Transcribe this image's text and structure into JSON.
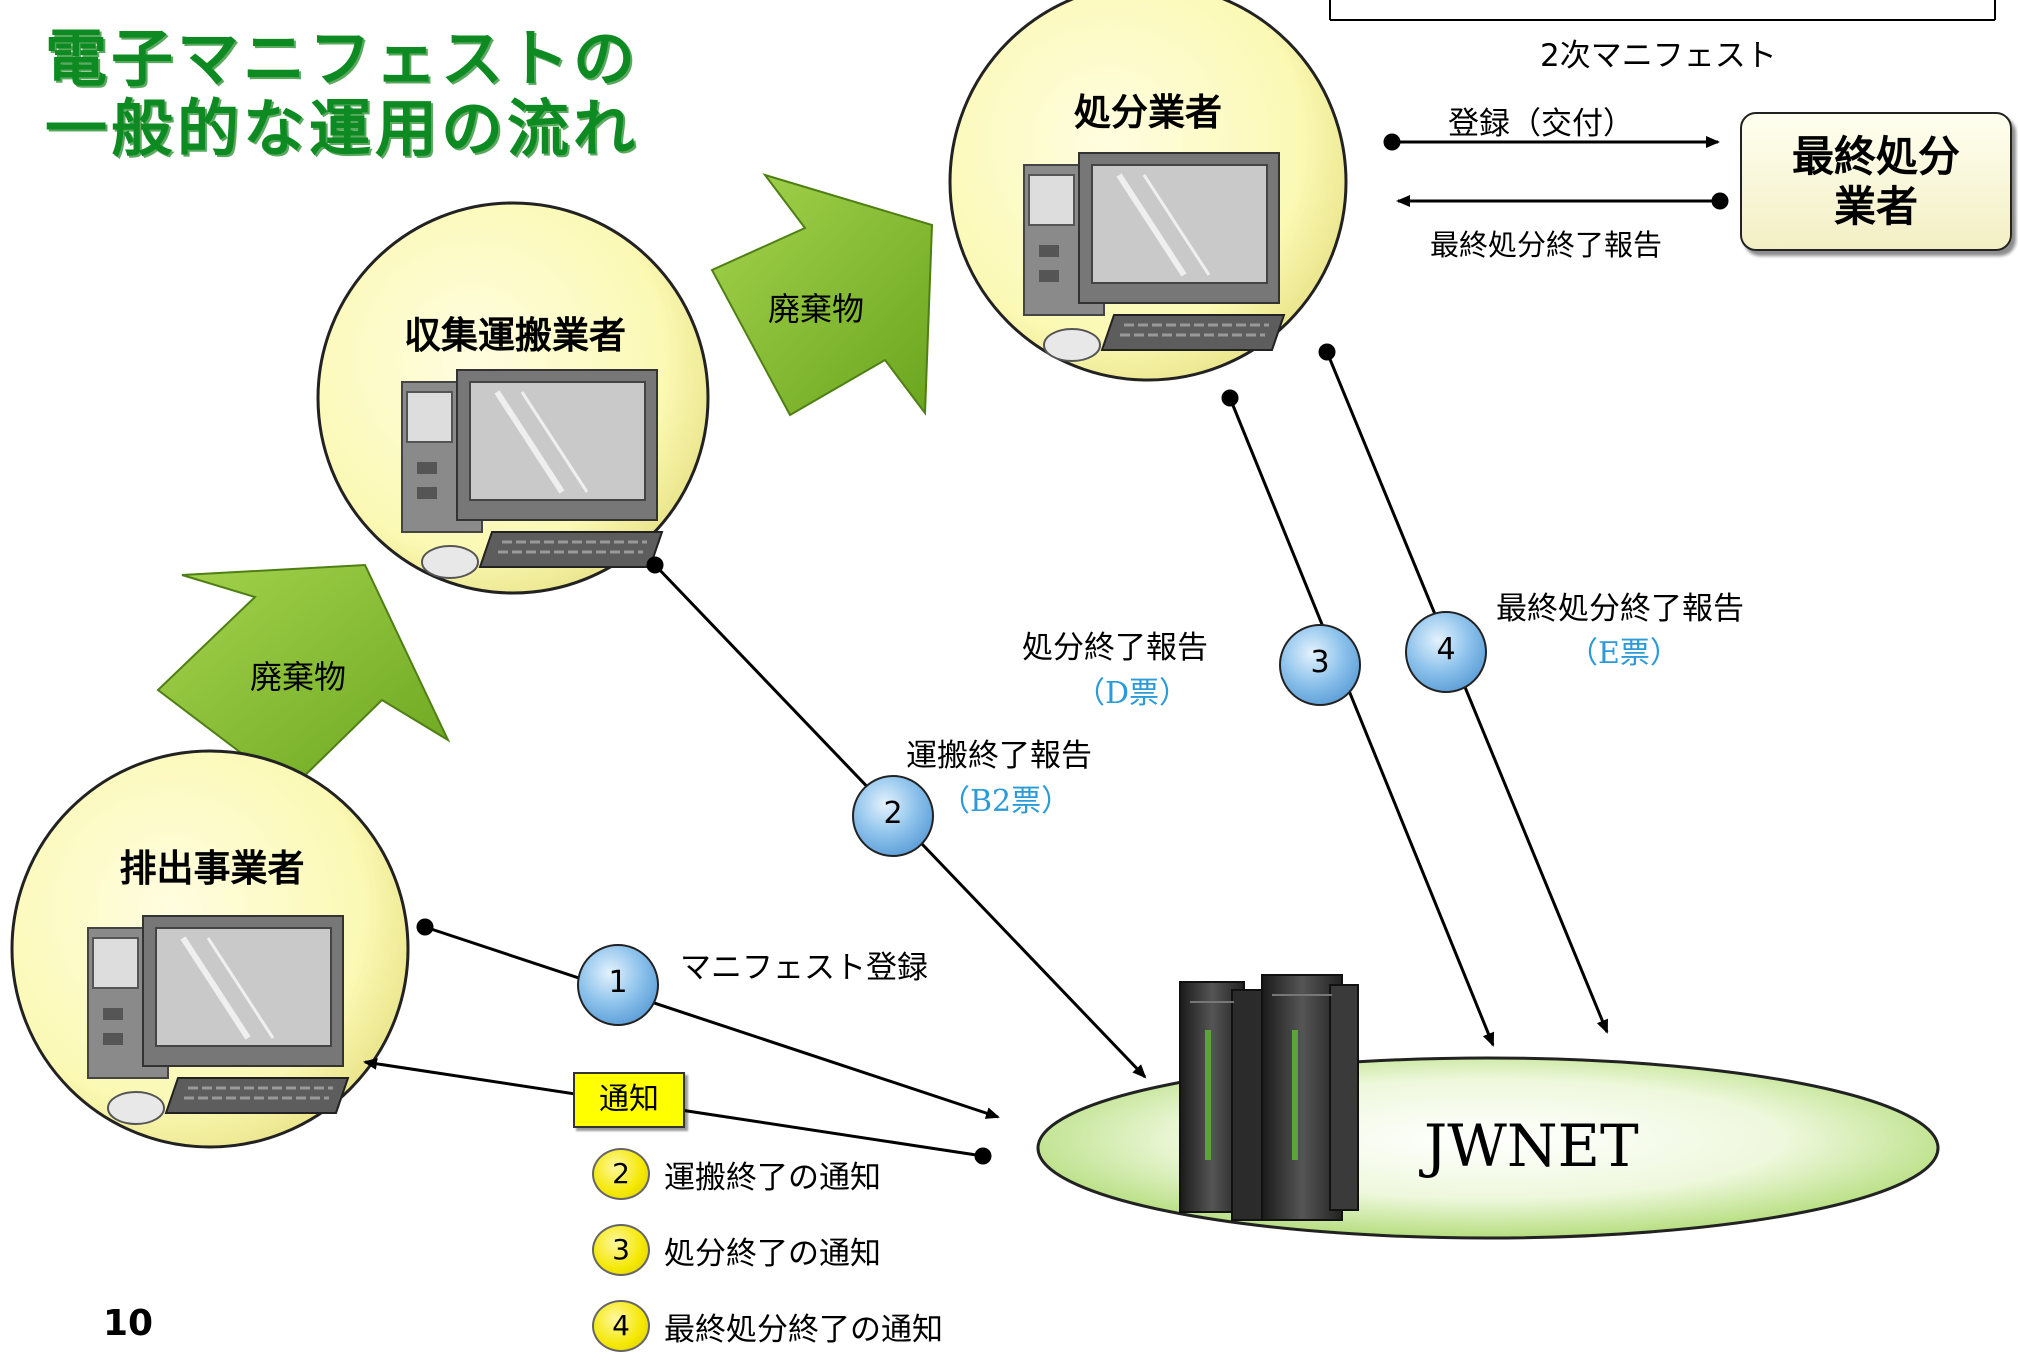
{
  "title": {
    "line1": "電子マニフェストの",
    "line2": "一般的な運用の流れ"
  },
  "page_number": "10",
  "nodes": {
    "emitter": "排出事業者",
    "collector": "収集運搬業者",
    "disposer": "処分業者",
    "final_disposer": {
      "line1": "最終処分",
      "line2": "業者"
    },
    "jwnet": "JWNET"
  },
  "waste_arrows": {
    "first": "廃棄物",
    "second": "廃棄物"
  },
  "secondary": {
    "bracket_label": "2次マニフェスト",
    "register_label": "登録（交付）",
    "report_label": "最終処分終了報告"
  },
  "steps": [
    {
      "num": "1",
      "label": "マニフェスト登録",
      "sub": ""
    },
    {
      "num": "2",
      "label": "運搬終了報告",
      "sub": "（B2票）"
    },
    {
      "num": "3",
      "label": "処分終了報告",
      "sub": "（D票）"
    },
    {
      "num": "4",
      "label": "最終処分終了報告",
      "sub": "（E票）"
    }
  ],
  "notice": {
    "label": "通知",
    "items": [
      {
        "num": "2",
        "text": "運搬終了の通知"
      },
      {
        "num": "3",
        "text": "処分終了の通知"
      },
      {
        "num": "4",
        "text": "最終処分終了の通知"
      }
    ]
  },
  "colors": {
    "title_green": "#0e8a22",
    "arrow_green": "#8cc63f",
    "node_fill": "#fbf9b4",
    "step_blue": "#7fb8e6",
    "notice_yellow": "#ffff00",
    "label_blue": "#2a9ad8"
  }
}
